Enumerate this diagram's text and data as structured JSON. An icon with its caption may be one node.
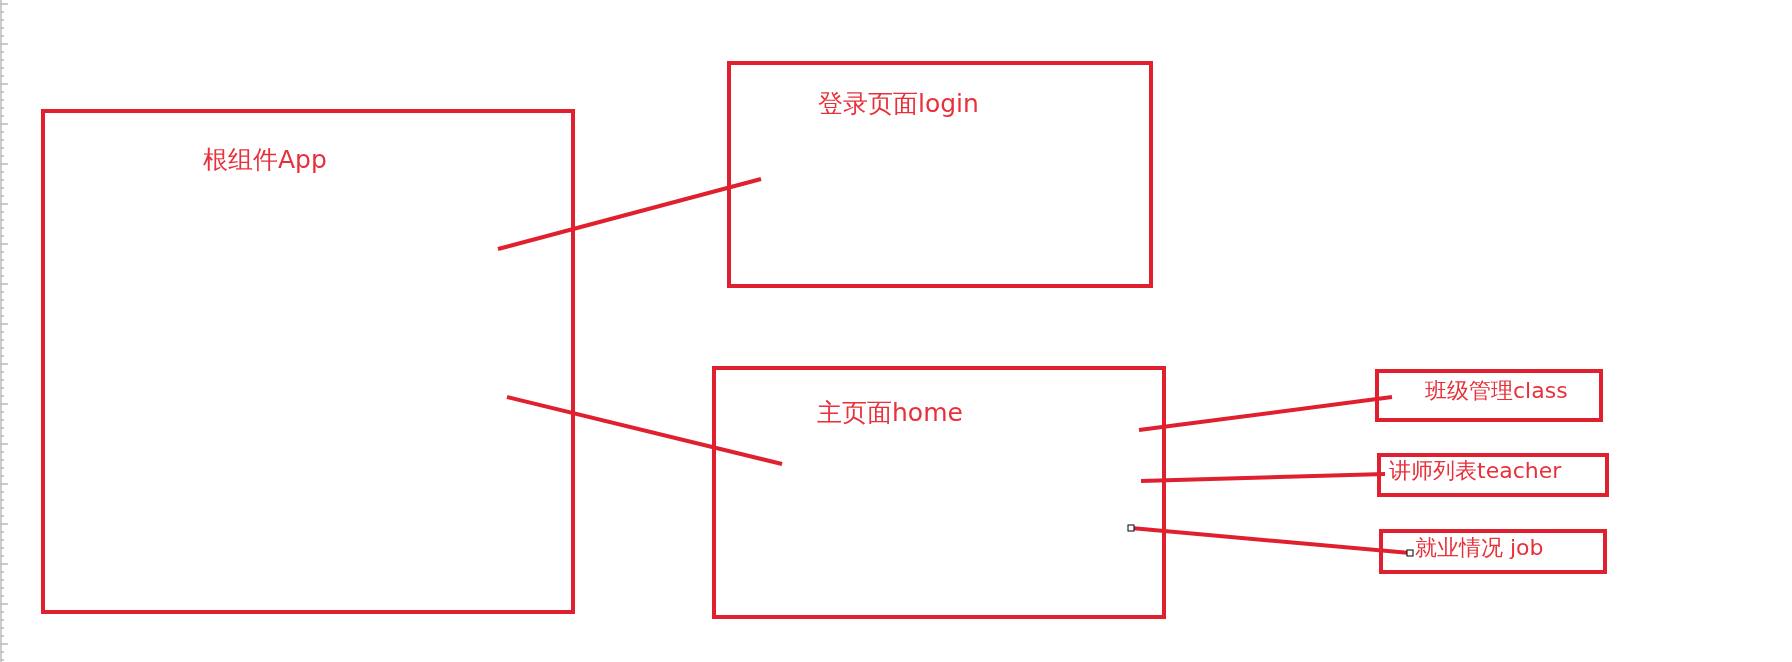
{
  "diagram": {
    "nodes": [
      {
        "text": [
          "根组件App"
        ]
      },
      {
        "text": [
          "登录页面login"
        ]
      },
      {
        "text": [
          "主页面home"
        ]
      },
      {
        "text": [
          "班级管理class"
        ]
      },
      {
        "text": [
          "讲师列表teacher"
        ]
      },
      {
        "text": [
          "就业情况 job"
        ]
      }
    ],
    "edges": [
      {
        "from": 0,
        "to": 1,
        "arrow": "none"
      },
      {
        "from": 0,
        "to": 2,
        "arrow": "none"
      },
      {
        "from": 2,
        "to": 3,
        "arrow": "none"
      },
      {
        "from": 2,
        "to": 4,
        "arrow": "none"
      },
      {
        "from": 2,
        "to": 5,
        "arrow": "none"
      }
    ]
  }
}
